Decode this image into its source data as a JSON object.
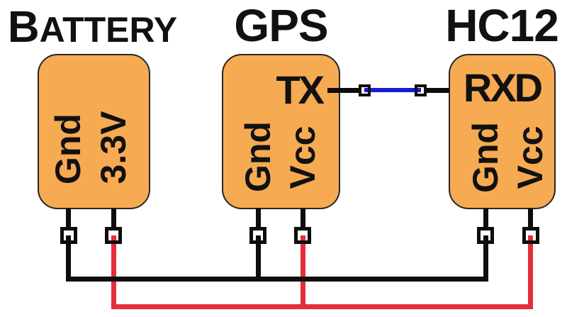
{
  "modules": {
    "battery": {
      "title": "BATTERY",
      "pin_gnd": "Gnd",
      "pin_power": "3.3V"
    },
    "gps": {
      "title": "GPS",
      "pin_tx": "TX",
      "pin_gnd": "Gnd",
      "pin_power": "Vcc"
    },
    "hc12": {
      "title": "HC12",
      "pin_rxd": "RXD",
      "pin_gnd": "Gnd",
      "pin_power": "Vcc"
    }
  },
  "colors": {
    "module_fill": "#f6aa52",
    "module_border": "#262626",
    "ground_wire": "#0d0d0d",
    "power_wire": "#e62e3a",
    "data_wire": "#1b1ad4",
    "connector_fill": "#ffffff",
    "label_text": "#111111",
    "background": "#ffffff"
  },
  "connections": [
    {
      "from": "GPS TX",
      "to": "HC12 RXD",
      "type": "serial data",
      "color": "blue"
    },
    {
      "from": "Battery Gnd",
      "to": "GPS Gnd and HC12 Gnd",
      "type": "ground bus",
      "color": "black"
    },
    {
      "from": "Battery 3.3V",
      "to": "GPS Vcc and HC12 Vcc",
      "type": "power bus",
      "color": "red"
    }
  ]
}
